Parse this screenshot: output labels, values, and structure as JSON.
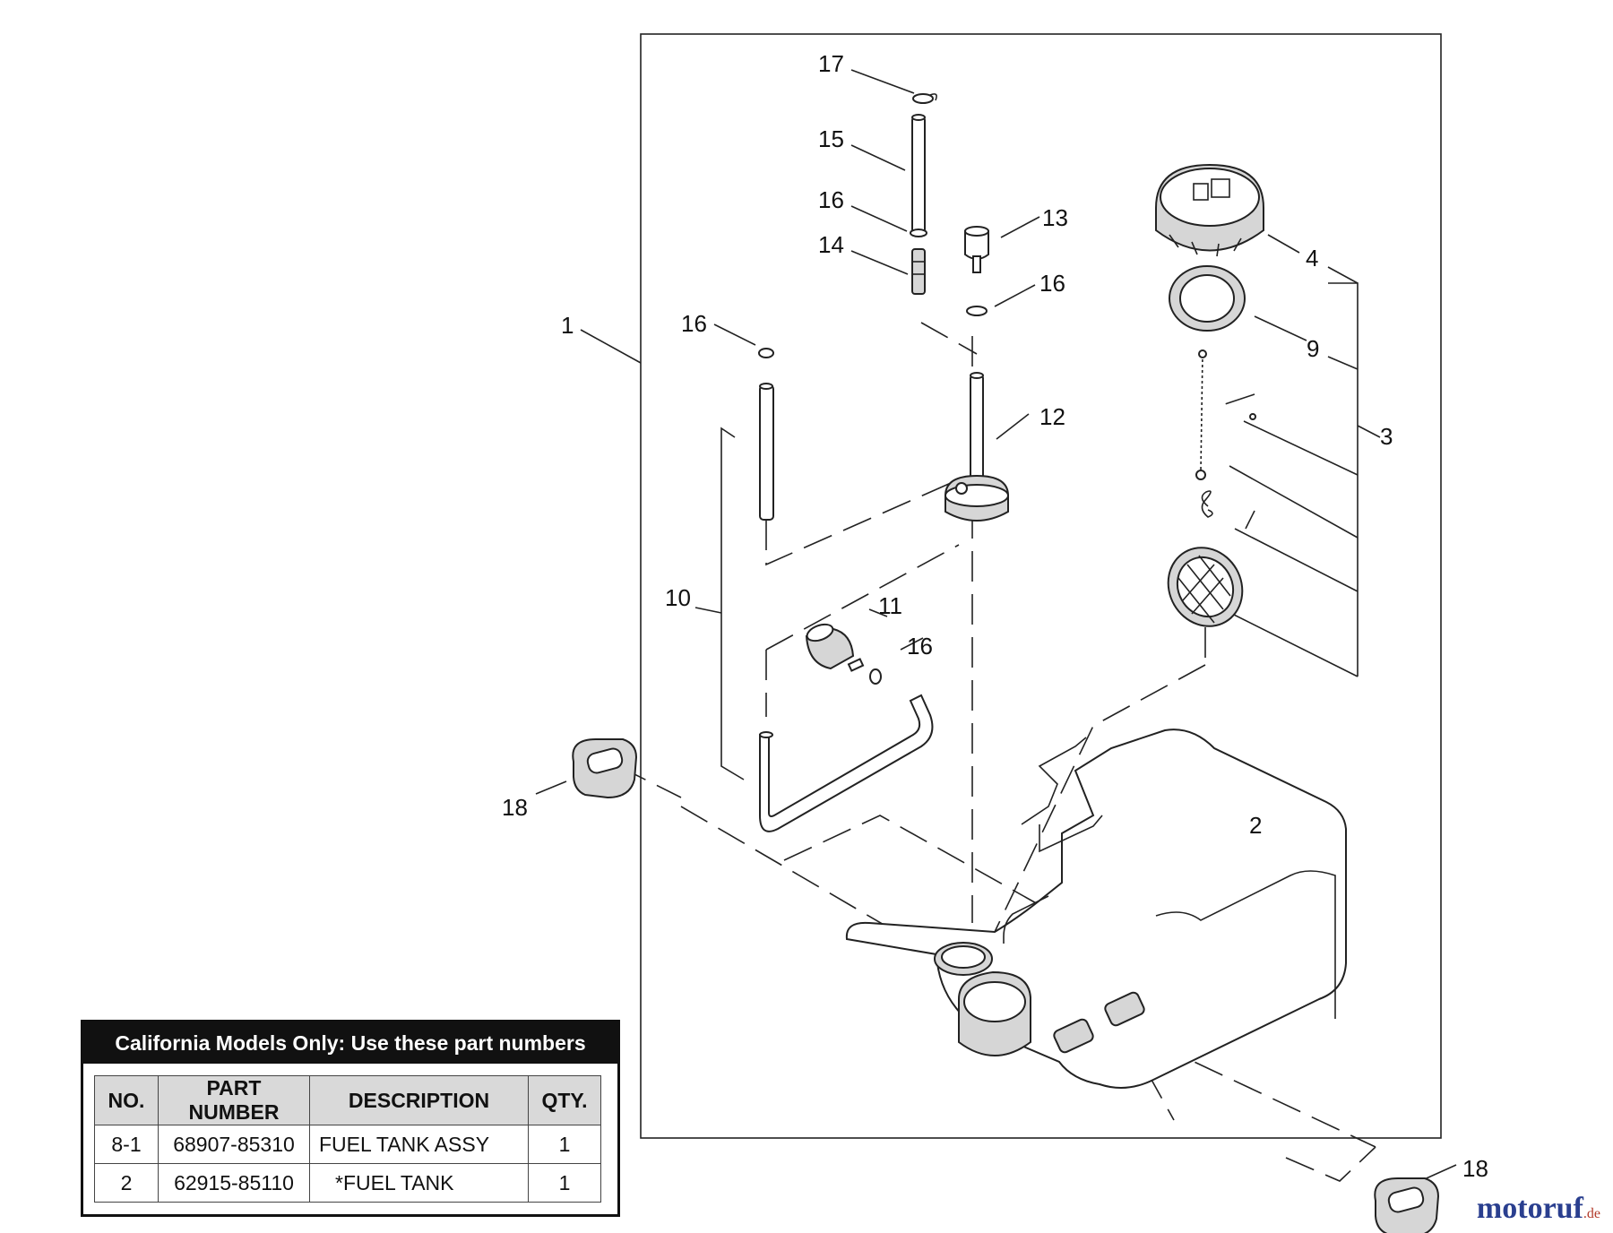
{
  "callouts": {
    "c1": "1",
    "c2": "2",
    "c3": "3",
    "c4": "4",
    "c9": "9",
    "c10": "10",
    "c11": "11",
    "c12": "12",
    "c13": "13",
    "c14": "14",
    "c15": "15",
    "c16a": "16",
    "c16b": "16",
    "c16c": "16",
    "c16d": "16",
    "c17": "17",
    "c18a": "18",
    "c18b": "18"
  },
  "table": {
    "title": "California Models Only: Use these part numbers",
    "headers": [
      "NO.",
      "PART NUMBER",
      "DESCRIPTION",
      "QTY."
    ],
    "rows": [
      [
        "8-1",
        "68907-85310",
        "FUEL TANK ASSY",
        "1"
      ],
      [
        "2",
        "62915-85110",
        "*FUEL TANK",
        "1"
      ]
    ]
  },
  "watermark": {
    "brand": "motoruf",
    "tld": ".de"
  }
}
